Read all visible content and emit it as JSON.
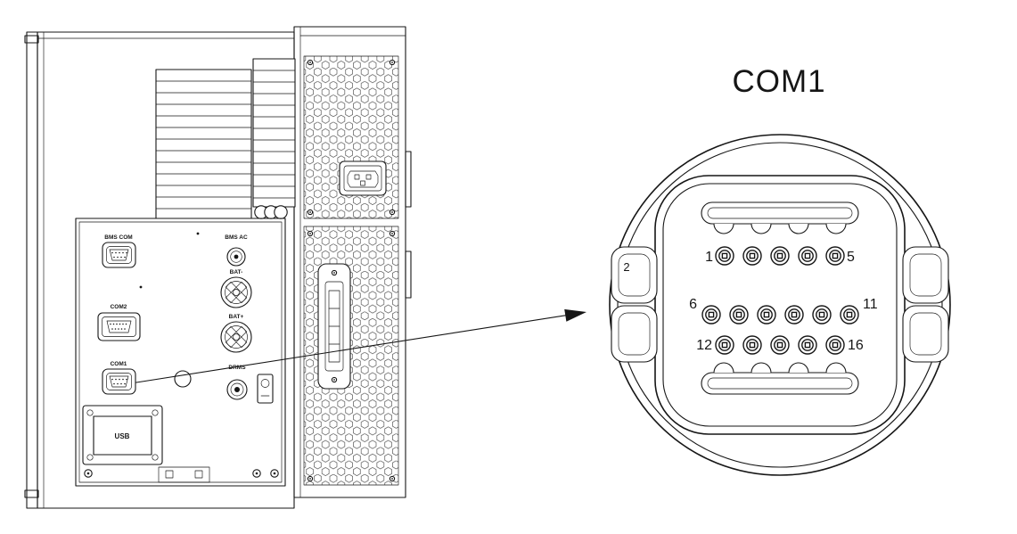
{
  "colors": {
    "line": "#161616",
    "background": "#ffffff"
  },
  "device_panel": {
    "port_labels": {
      "bms_com": "BMS COM",
      "bms_ac": "BMS AC",
      "com2": "COM2",
      "bat_minus": "BAT-",
      "bat_plus": "BAT+",
      "com1": "COM1",
      "drms": "DRMS",
      "usb": "USB"
    }
  },
  "connector_view": {
    "title": "COM1",
    "housing_mark": "2",
    "total_pins": 16,
    "pin_rows": [
      {
        "first_pin": "1",
        "last_pin": "5",
        "pin_count": 5
      },
      {
        "first_pin": "6",
        "last_pin": "11",
        "pin_count": 6
      },
      {
        "first_pin": "12",
        "last_pin": "16",
        "pin_count": 5
      }
    ]
  }
}
